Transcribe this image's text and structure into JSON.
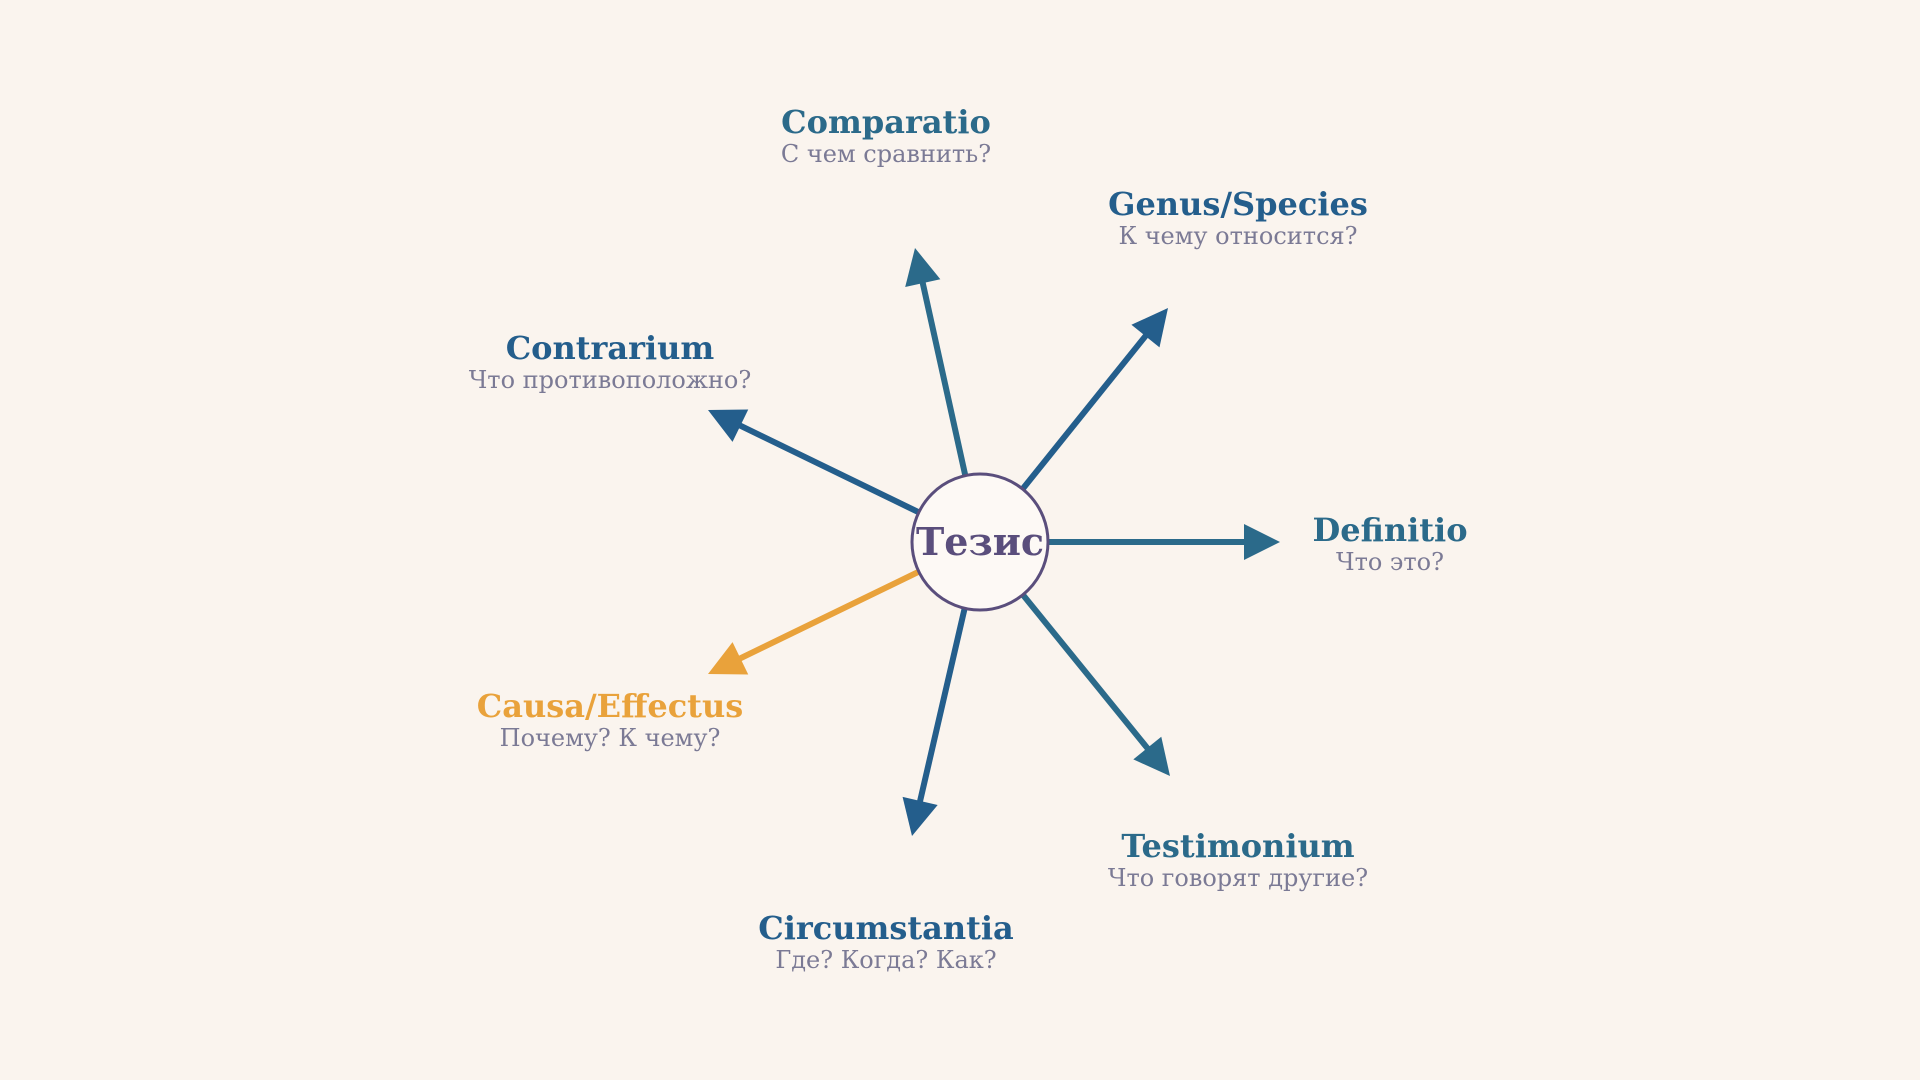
{
  "center": {
    "label": "Тезис"
  },
  "topics": [
    {
      "id": "definitio",
      "name": "Definitio",
      "question": "Что это?",
      "color": "#2b6a8a"
    },
    {
      "id": "genus-species",
      "name": "Genus/Species",
      "question": "К чему относится?",
      "color": "#245e8c"
    },
    {
      "id": "comparatio",
      "name": "Comparatio",
      "question": "С чем сравнить?",
      "color": "#2b6a8a"
    },
    {
      "id": "contrarium",
      "name": "Contrarium",
      "question": "Что противоположно?",
      "color": "#245e8c"
    },
    {
      "id": "causa-effectus",
      "name": "Causa/Effectus",
      "question": "Почему? К чему?",
      "color": "#e9a23b"
    },
    {
      "id": "circumstantia",
      "name": "Circumstantia",
      "question": "Где? Когда? Как?",
      "color": "#245e8c"
    },
    {
      "id": "testimonium",
      "name": "Testimonium",
      "question": "Что говорят другие?",
      "color": "#2b6a8a"
    }
  ],
  "colors": {
    "background": "#faf4ee",
    "center_stroke": "#5a4e7c",
    "center_text": "#5a4e7c",
    "question_text": "#7b7a95"
  }
}
